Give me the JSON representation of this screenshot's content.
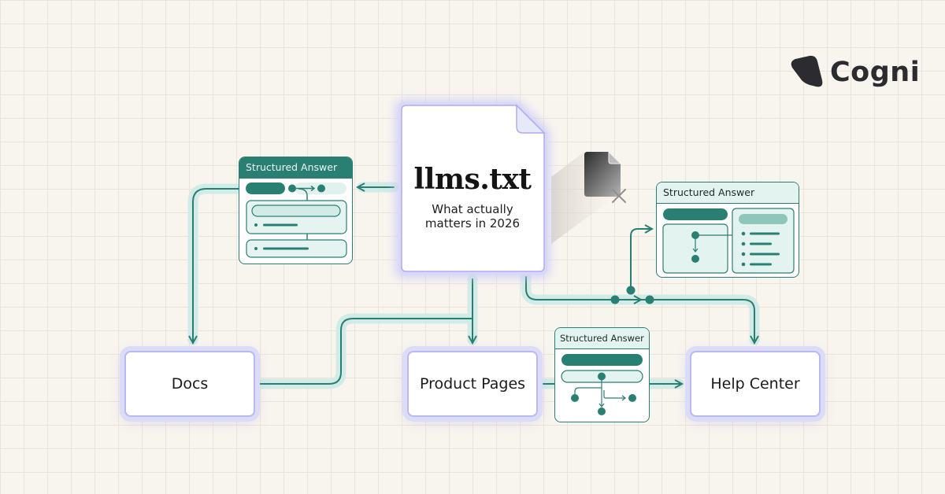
{
  "brand": {
    "name": "Cogni",
    "icon": "rounded-triangle-logo-icon"
  },
  "hero_doc": {
    "title": "llms.txt",
    "subtitle_lines": [
      "What actually",
      "matters in 2026"
    ],
    "icon": "document-icon"
  },
  "excluded_doc": {
    "icon": "blocked-file-icon",
    "status": "excluded"
  },
  "structured_answers": [
    {
      "id": "left",
      "header": "Structured Answer",
      "header_style": "dark"
    },
    {
      "id": "right",
      "header": "Structured Answer",
      "header_style": "light"
    },
    {
      "id": "bottom",
      "header": "Structured Answer",
      "header_style": "light"
    }
  ],
  "nodes": [
    {
      "id": "docs",
      "label": "Docs"
    },
    {
      "id": "product-pages",
      "label": "Product Pages"
    },
    {
      "id": "help-center",
      "label": "Help Center"
    }
  ],
  "colors": {
    "background": "#f8f5ef",
    "grid": "#ece3d8",
    "teal_primary": "#2a7f73",
    "teal_light": "#d6ede8",
    "node_border": "#b9b8f2",
    "node_glow": "#dcdcf8",
    "logo": "#2b2b30"
  }
}
